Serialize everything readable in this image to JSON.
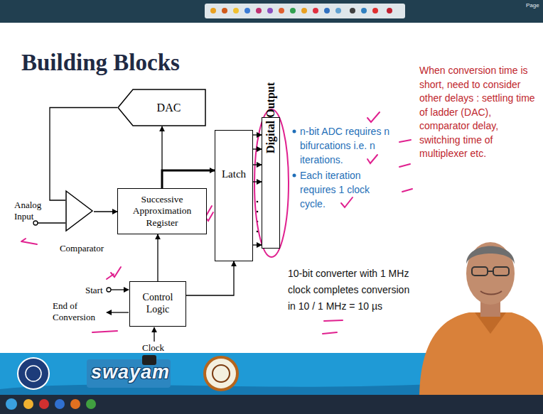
{
  "diagram": {
    "title": "Building Blocks",
    "nodes": [
      {
        "text": [
          "DAC"
        ]
      },
      {
        "text": [
          "Comparator"
        ]
      },
      {
        "text": [
          "Successive Approximation Register"
        ]
      },
      {
        "text": [
          "Latch"
        ]
      },
      {
        "text": [
          "Digital Output"
        ]
      },
      {
        "text": [
          "Control Logic"
        ]
      }
    ],
    "edges": [
      {
        "from": 1,
        "to": 2,
        "arrow": "to"
      },
      {
        "from": 2,
        "to": 0,
        "arrow": "to"
      },
      {
        "from": 0,
        "to": 1,
        "arrow": "none"
      },
      {
        "from": 2,
        "to": 3,
        "arrow": "to"
      },
      {
        "from": 3,
        "to": 4,
        "arrow": "to"
      },
      {
        "from": 5,
        "to": 2,
        "arrow": "to"
      },
      {
        "from": 5,
        "to": 3,
        "arrow": "to"
      }
    ],
    "labels": [
      "Analog Input",
      "Start",
      "End of Conversion",
      "Clock",
      "n-bit ADC requires n bifurcations i.e. n iterations.",
      "Each iteration requires 1 clock cycle.",
      "10-bit converter with 1 MHz clock completes conversion in 10 / 1 MHz = 10 µs",
      "When conversion time is short, need to consider other delays : settling time of ladder (DAC), comparator delay, switching time of multiplexer etc.",
      "swayam",
      "Page"
    ]
  }
}
